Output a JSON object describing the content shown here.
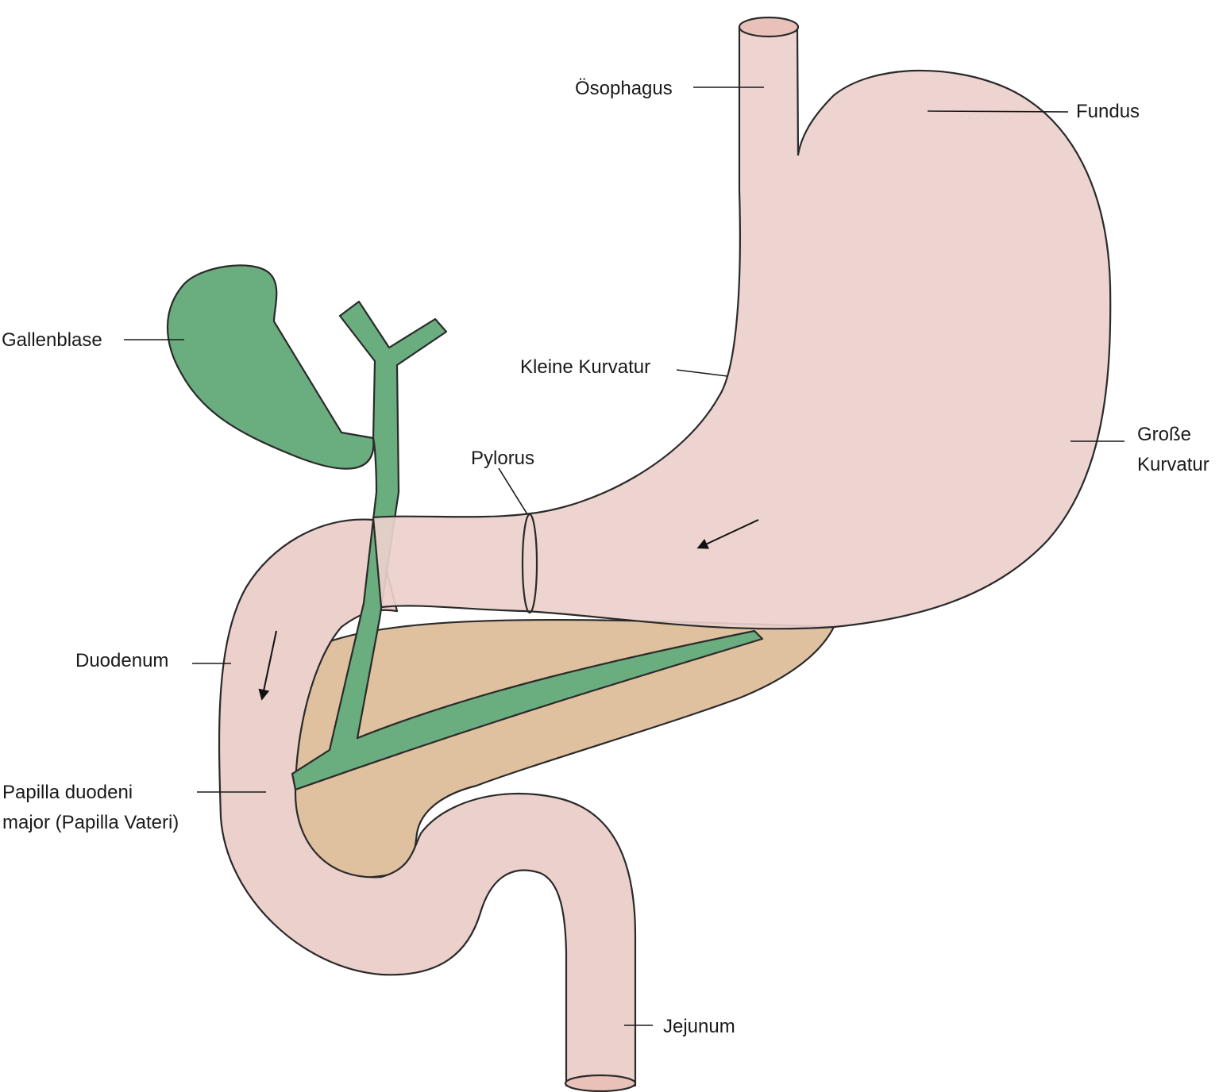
{
  "colors": {
    "organ_fill": "#ebd0cc",
    "pancreas_fill": "#dfc1a0",
    "bile_fill": "#6aad7e",
    "lumen_fill": "#eac1b8",
    "outline": "#2a2a2a"
  },
  "labels": {
    "oesophagus": "Ösophagus",
    "fundus": "Fundus",
    "gallenblase": "Gallenblase",
    "kleine_kurvatur": "Kleine Kurvatur",
    "grosse_kurvatur_1": "Große",
    "grosse_kurvatur_2": "Kurvatur",
    "pylorus": "Pylorus",
    "duodenum": "Duodenum",
    "papilla_1": "Papilla duodeni",
    "papilla_2": "major (Papilla Vateri)",
    "jejunum": "Jejunum"
  },
  "icons": {
    "flow_arrow_stomach": "arrow-icon",
    "flow_arrow_duodenum": "arrow-icon"
  }
}
